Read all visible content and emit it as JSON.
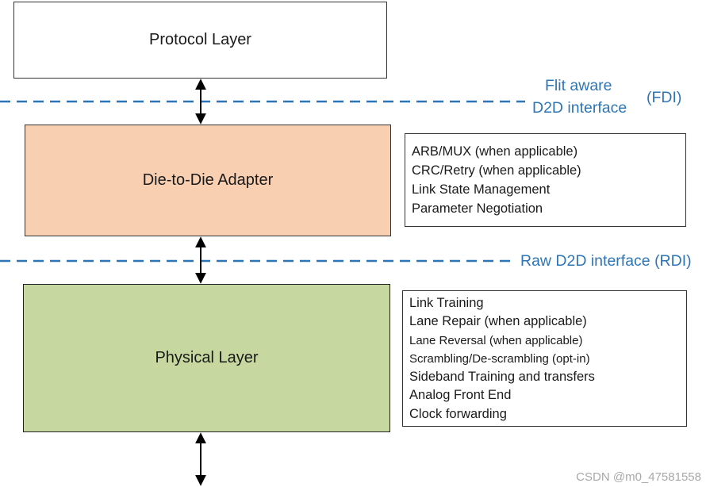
{
  "layers": {
    "protocol": "Protocol Layer",
    "adapter": "Die-to-Die Adapter",
    "physical": "Physical Layer"
  },
  "interfaces": {
    "fdi_line1": "Flit aware",
    "fdi_line2": "D2D interface",
    "fdi_abbr": "(FDI)",
    "rdi": "Raw D2D interface (RDI)"
  },
  "adapter_features": [
    "ARB/MUX (when applicable)",
    "CRC/Retry (when applicable)",
    "Link State Management",
    "Parameter Negotiation"
  ],
  "physical_features": [
    "Link Training",
    "Lane Repair (when applicable)",
    "Lane Reversal (when applicable)",
    "Scrambling/De-scrambling (opt-in)",
    "Sideband Training and transfers",
    "Analog Front End",
    "Clock forwarding"
  ],
  "watermark": "CSDN @m0_47581558",
  "colors": {
    "interface_line": "#2e75b6",
    "adapter_fill": "#f9cfb2",
    "physical_fill": "#c6d8a0"
  }
}
